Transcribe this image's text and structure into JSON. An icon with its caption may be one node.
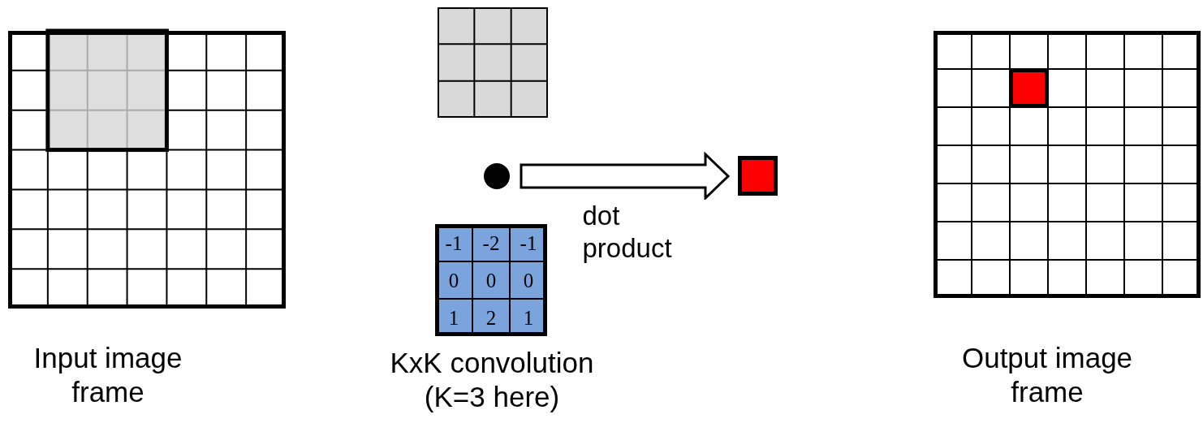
{
  "diagram": {
    "nodes": [
      {
        "text": [
          "Input image frame"
        ]
      },
      {
        "text": [],
        "shape": "box"
      },
      {
        "text": [],
        "shape": "circle"
      },
      {
        "text": [
          "-1",
          "-2",
          "-1",
          "0",
          "0",
          "0",
          "1",
          "2",
          "1",
          "KxK convolution (K=3 here)"
        ]
      },
      {
        "text": [],
        "shape": "box"
      },
      {
        "text": [
          "Output image frame"
        ]
      }
    ],
    "edges": [
      {
        "from": 2,
        "to": 4,
        "arrow": "to",
        "label": "dot product"
      }
    ]
  }
}
